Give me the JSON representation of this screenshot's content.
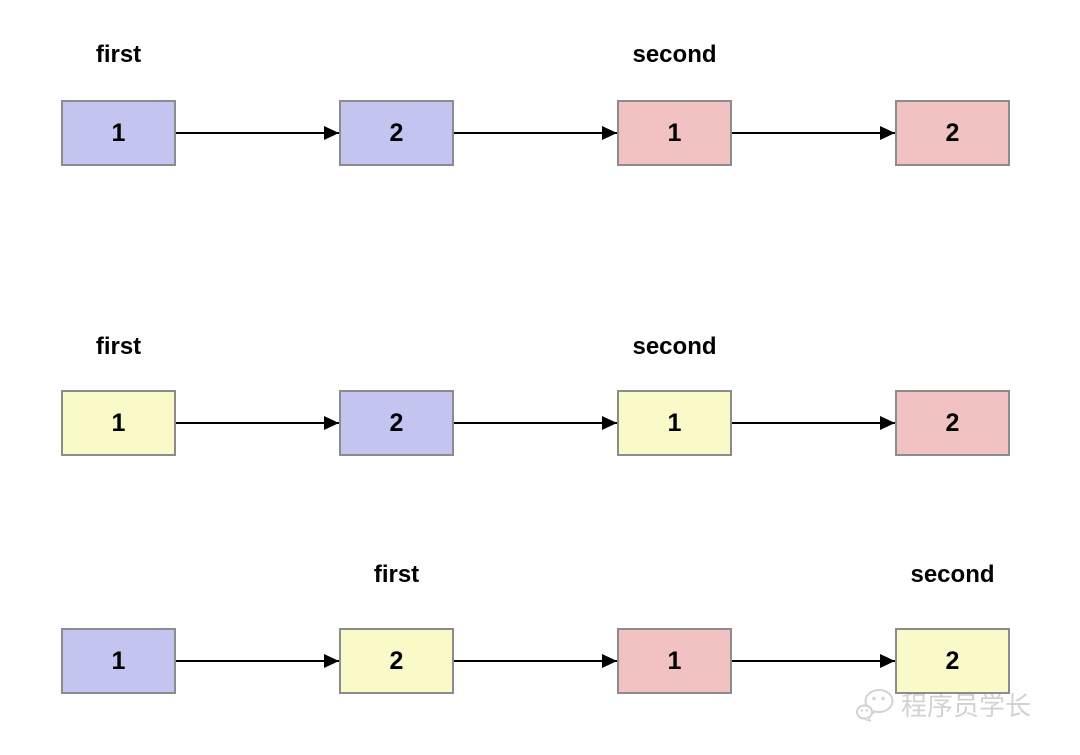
{
  "colors": {
    "lavender": "#C4C4F0",
    "pink": "#F2C2C2",
    "yellow": "#FAFAC8",
    "node_border": "#8C8C8C",
    "arrow": "#000000",
    "label_text": "#000000",
    "watermark_text": "#D2D2D2"
  },
  "rows": [
    {
      "pointers": [
        {
          "label": "first",
          "node": 0
        },
        {
          "label": "second",
          "node": 2
        }
      ],
      "nodes": [
        {
          "value": "1",
          "color": "lavender"
        },
        {
          "value": "2",
          "color": "lavender"
        },
        {
          "value": "1",
          "color": "pink"
        },
        {
          "value": "2",
          "color": "pink"
        }
      ]
    },
    {
      "pointers": [
        {
          "label": "first",
          "node": 0
        },
        {
          "label": "second",
          "node": 2
        }
      ],
      "nodes": [
        {
          "value": "1",
          "color": "yellow"
        },
        {
          "value": "2",
          "color": "lavender"
        },
        {
          "value": "1",
          "color": "yellow"
        },
        {
          "value": "2",
          "color": "pink"
        }
      ]
    },
    {
      "pointers": [
        {
          "label": "first",
          "node": 1
        },
        {
          "label": "second",
          "node": 3
        }
      ],
      "nodes": [
        {
          "value": "1",
          "color": "lavender"
        },
        {
          "value": "2",
          "color": "yellow"
        },
        {
          "value": "1",
          "color": "pink"
        },
        {
          "value": "2",
          "color": "yellow"
        }
      ]
    }
  ],
  "watermark": {
    "icon": "wechat-icon",
    "text": "程序员学长"
  }
}
